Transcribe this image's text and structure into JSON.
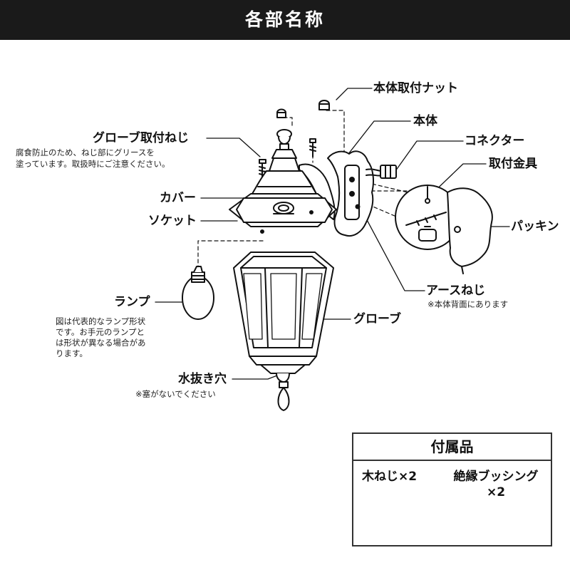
{
  "header": {
    "title": "各部名称"
  },
  "labels": {
    "body_nut": "本体取付ナット",
    "body": "本体",
    "connector": "コネクター",
    "mount_bracket": "取付金具",
    "packing": "パッキン",
    "globe_screw": "グローブ取付ねじ",
    "cover": "カバー",
    "socket": "ソケット",
    "lamp": "ランプ",
    "globe": "グローブ",
    "earth_screw": "アースねじ",
    "drain_hole": "水抜き穴"
  },
  "notes": {
    "globe_screw_line1": "腐食防止のため、ねじ部にグリースを",
    "globe_screw_line2": "塗っています。取扱時にご注意ください。",
    "earth_screw": "※本体背面にあります",
    "lamp_line1": "図は代表的なランプ形状",
    "lamp_line2": "です。お手元のランプと",
    "lamp_line3": "は形状が異なる場合があ",
    "lamp_line4": "ります。",
    "drain_hole": "※塞がないでください"
  },
  "accessories": {
    "title": "付属品",
    "wood_screw": "木ねじ×2",
    "bushing_line1": "絶縁ブッシング",
    "bushing_line2": "×2"
  }
}
